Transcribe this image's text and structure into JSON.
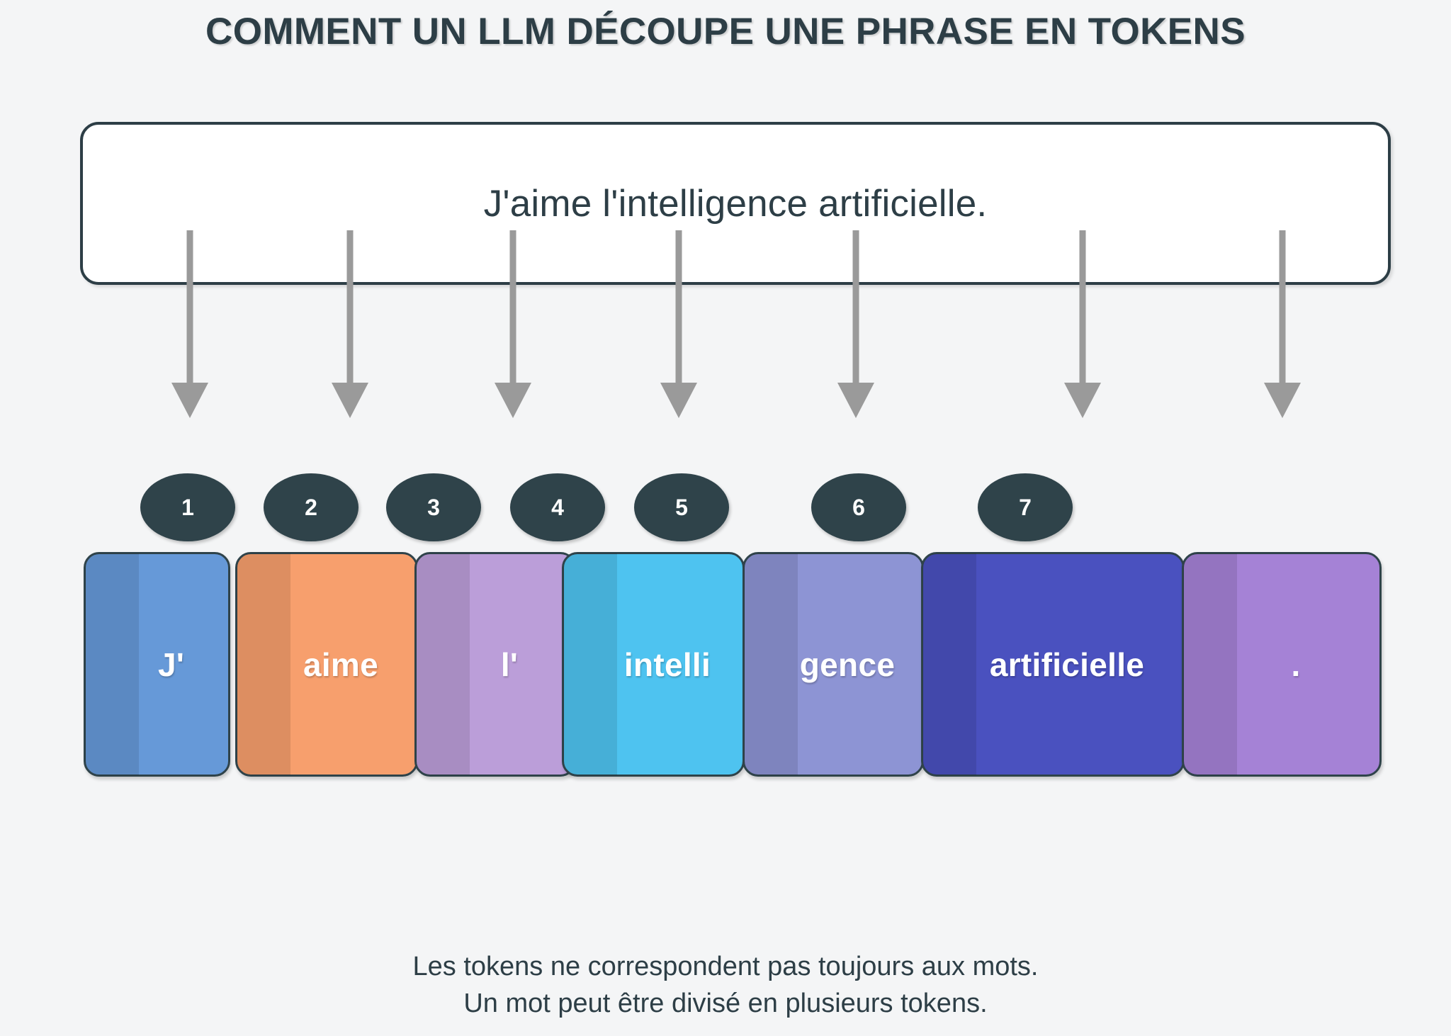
{
  "title": "COMMENT UN LLM DÉCOUPE UNE PHRASE EN TOKENS",
  "sentence": {
    "text": "J'aime l'intelligence artificielle."
  },
  "colors": {
    "background": "#f4f5f6",
    "ink": "#2d3e46",
    "badge": "#2f434a",
    "box_border": "#2d3e46",
    "box_fill": "#ffffff",
    "arrow": "#9a9a9a",
    "token_text": "#ffffff"
  },
  "tokens": [
    {
      "index": "1",
      "label": "J'",
      "color": "#6699d8"
    },
    {
      "index": "2",
      "label": "aime",
      "color": "#f79f6d"
    },
    {
      "index": "3",
      "label": "l'",
      "color": "#bb9ed9"
    },
    {
      "index": "4",
      "label": "intelli",
      "color": "#4ec3f0"
    },
    {
      "index": "5",
      "label": "gence",
      "color": "#8d94d4"
    },
    {
      "index": "6",
      "label": "artificielle",
      "color": "#4a51bf"
    },
    {
      "index": "7",
      "label": ".",
      "color": "#a582d6"
    }
  ],
  "arrows": {
    "count": 7,
    "direction": "down"
  },
  "footer": {
    "line1": "Les tokens ne correspondent pas toujours aux mots.",
    "line2": "Un mot peut être divisé en plusieurs tokens."
  }
}
